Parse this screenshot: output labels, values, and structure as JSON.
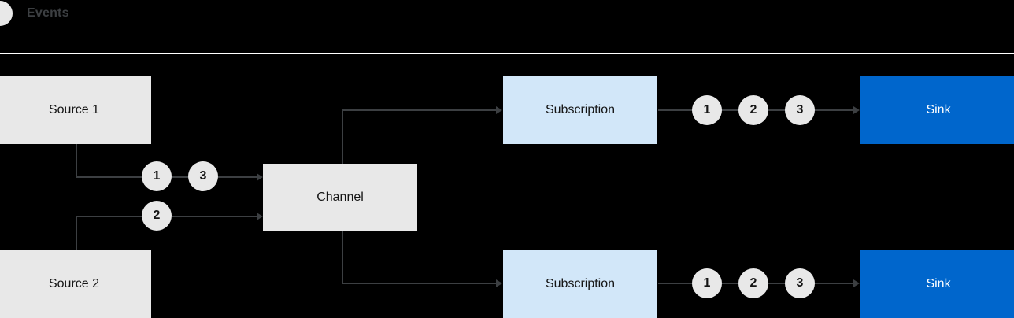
{
  "legend": {
    "icon": "event-circle-icon",
    "label": "Events"
  },
  "nodes": {
    "source1": {
      "label": "Source 1"
    },
    "source2": {
      "label": "Source 2"
    },
    "channel": {
      "label": "Channel"
    },
    "subscription_top": {
      "label": "Subscription"
    },
    "subscription_bottom": {
      "label": "Subscription"
    },
    "sink_top": {
      "label": "Sink"
    },
    "sink_bottom": {
      "label": "Sink"
    }
  },
  "badges": {
    "source1_out": [
      "1",
      "3"
    ],
    "source2_out": [
      "2"
    ],
    "sink_top_in": [
      "1",
      "2",
      "3"
    ],
    "sink_bottom_in": [
      "1",
      "2",
      "3"
    ]
  },
  "colors": {
    "background": "#000000",
    "neutral": "#e8e8e8",
    "subscription": "#d2e7f9",
    "sink": "#0066cc",
    "line": "#3c3f42",
    "divider": "#ffffff",
    "text_dark": "#151515",
    "text_light": "#ffffff"
  }
}
